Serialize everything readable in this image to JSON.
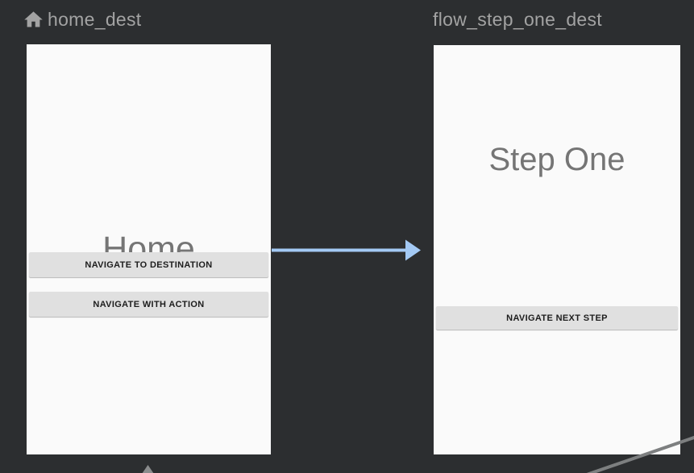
{
  "editor": {
    "type": "navigation-graph-canvas"
  },
  "destinations": [
    {
      "header": "home_dest",
      "icon": "home-icon",
      "is_start_destination": true,
      "screen_title": "Home",
      "buttons": [
        {
          "label": "NAVIGATE TO DESTINATION"
        },
        {
          "label": "NAVIGATE WITH ACTION"
        }
      ]
    },
    {
      "header": "flow_step_one_dest",
      "screen_title": "Step One",
      "buttons": [
        {
          "label": "NAVIGATE NEXT STEP"
        }
      ]
    }
  ],
  "connections": [
    {
      "name": "action-home-to-flow-step-one",
      "style": "blue-arrow",
      "direction": "left-to-right"
    },
    {
      "name": "incoming-arrow-bottom",
      "style": "gray-arrowhead",
      "direction": "up"
    },
    {
      "name": "diagonal-connection-bottom-right",
      "style": "gray-line",
      "direction": "to-upper-right"
    }
  ],
  "colors": {
    "background": "#2c2e30",
    "card": "#fafafa",
    "header_text": "#a3a3a3",
    "title_text": "#757575",
    "button_bg": "#e0e0e0",
    "button_text": "#1d1d1d",
    "action_arrow_blue": "#a3c9f4",
    "connection_gray": "#7d7f80"
  }
}
